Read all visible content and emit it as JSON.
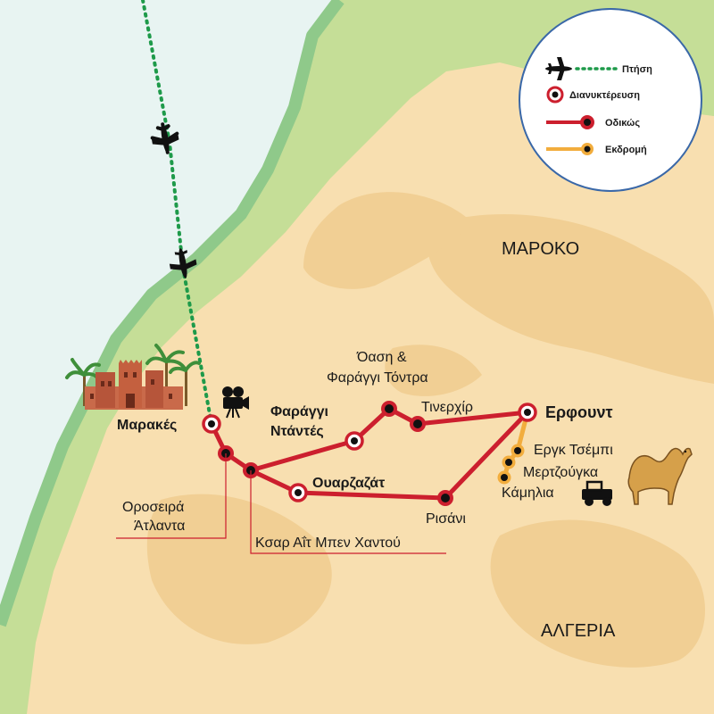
{
  "map": {
    "countries": {
      "morocco": "ΜΑΡΟΚΟ",
      "algeria": "ΑΛΓΕΡΙΑ"
    },
    "legend": {
      "flight": "Πτήση",
      "overnight": "Διανυκτέρευση",
      "road": "Οδικώς",
      "excursion": "Εκδρομή"
    },
    "places": {
      "marrakesh": "Μαρακές",
      "dades_line1": "Φαράγγι",
      "dades_line2": "Ντάντές",
      "todra_line1": "Όαση &",
      "todra_line2": "Φαράγγι Τόντρα",
      "tinerhir": "Τινερχίρ",
      "erfoud": "Ερφουντ",
      "ouarzazate": "Ουαρζαζάτ",
      "rissani": "Ρισάνι",
      "atlas_line1": "Οροσειρά",
      "atlas_line2": "Άτλαντα",
      "ait_ben_haddou": "Κσαρ Αΐτ Μπεν Χαντού",
      "erg_chebbi": "Εργκ Τσέμπι",
      "merzouga": "Μερτζούγκα",
      "camels": "Κάμηλια"
    },
    "colors": {
      "sea": "#e8f4f2",
      "coast": "#8fc98a",
      "land_green": "#c5de97",
      "land_light": "#f8dfb0",
      "land_dark": "#f1cf94",
      "road": "#cc1f2e",
      "excursion": "#f2ad3d",
      "flight": "#1e9a4a"
    },
    "icons": [
      "airplane-icon",
      "movie-camera-icon",
      "kasbah-icon",
      "camel-icon",
      "jeep-icon"
    ]
  }
}
